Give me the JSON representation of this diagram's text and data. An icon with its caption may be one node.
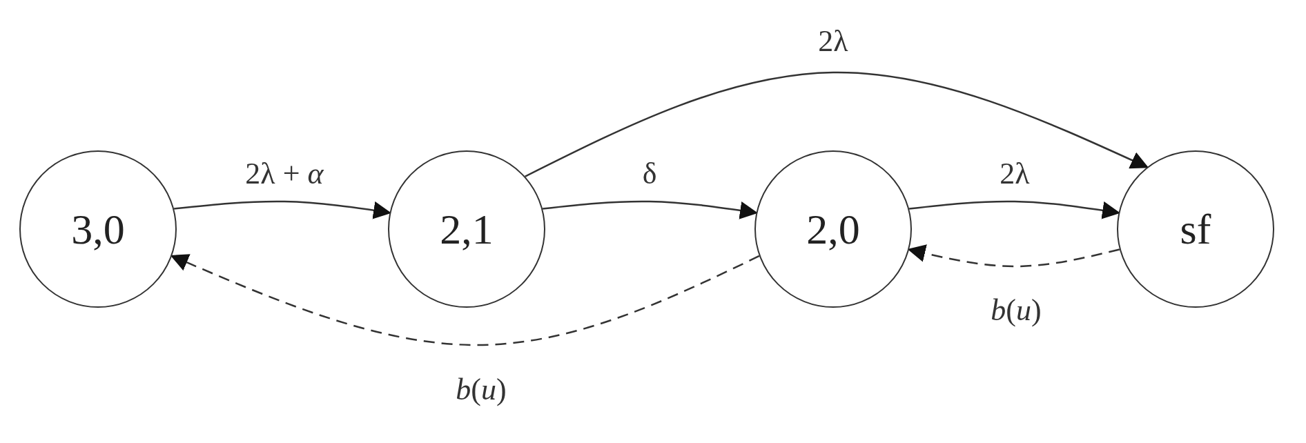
{
  "diagram": {
    "nodes": [
      {
        "text": [
          "3,0"
        ]
      },
      {
        "text": [
          "2,1"
        ]
      },
      {
        "text": [
          "2,0"
        ]
      },
      {
        "text": [
          "sf"
        ]
      }
    ],
    "edges": [
      {
        "from": 0,
        "to": 1,
        "arrow": "to",
        "label": "2λ + *α*"
      },
      {
        "from": 1,
        "to": 2,
        "arrow": "to",
        "label": "δ"
      },
      {
        "from": 1,
        "to": 3,
        "arrow": "to",
        "label": "2λ"
      },
      {
        "from": 2,
        "to": 3,
        "arrow": "to",
        "label": "2λ"
      },
      {
        "from": 3,
        "to": 2,
        "arrow": "to",
        "label": "*b*(*u*)",
        "style": "dashed"
      },
      {
        "from": 2,
        "to": 0,
        "arrow": "to",
        "label": "*b*(*u*)",
        "style": "dashed"
      }
    ]
  }
}
